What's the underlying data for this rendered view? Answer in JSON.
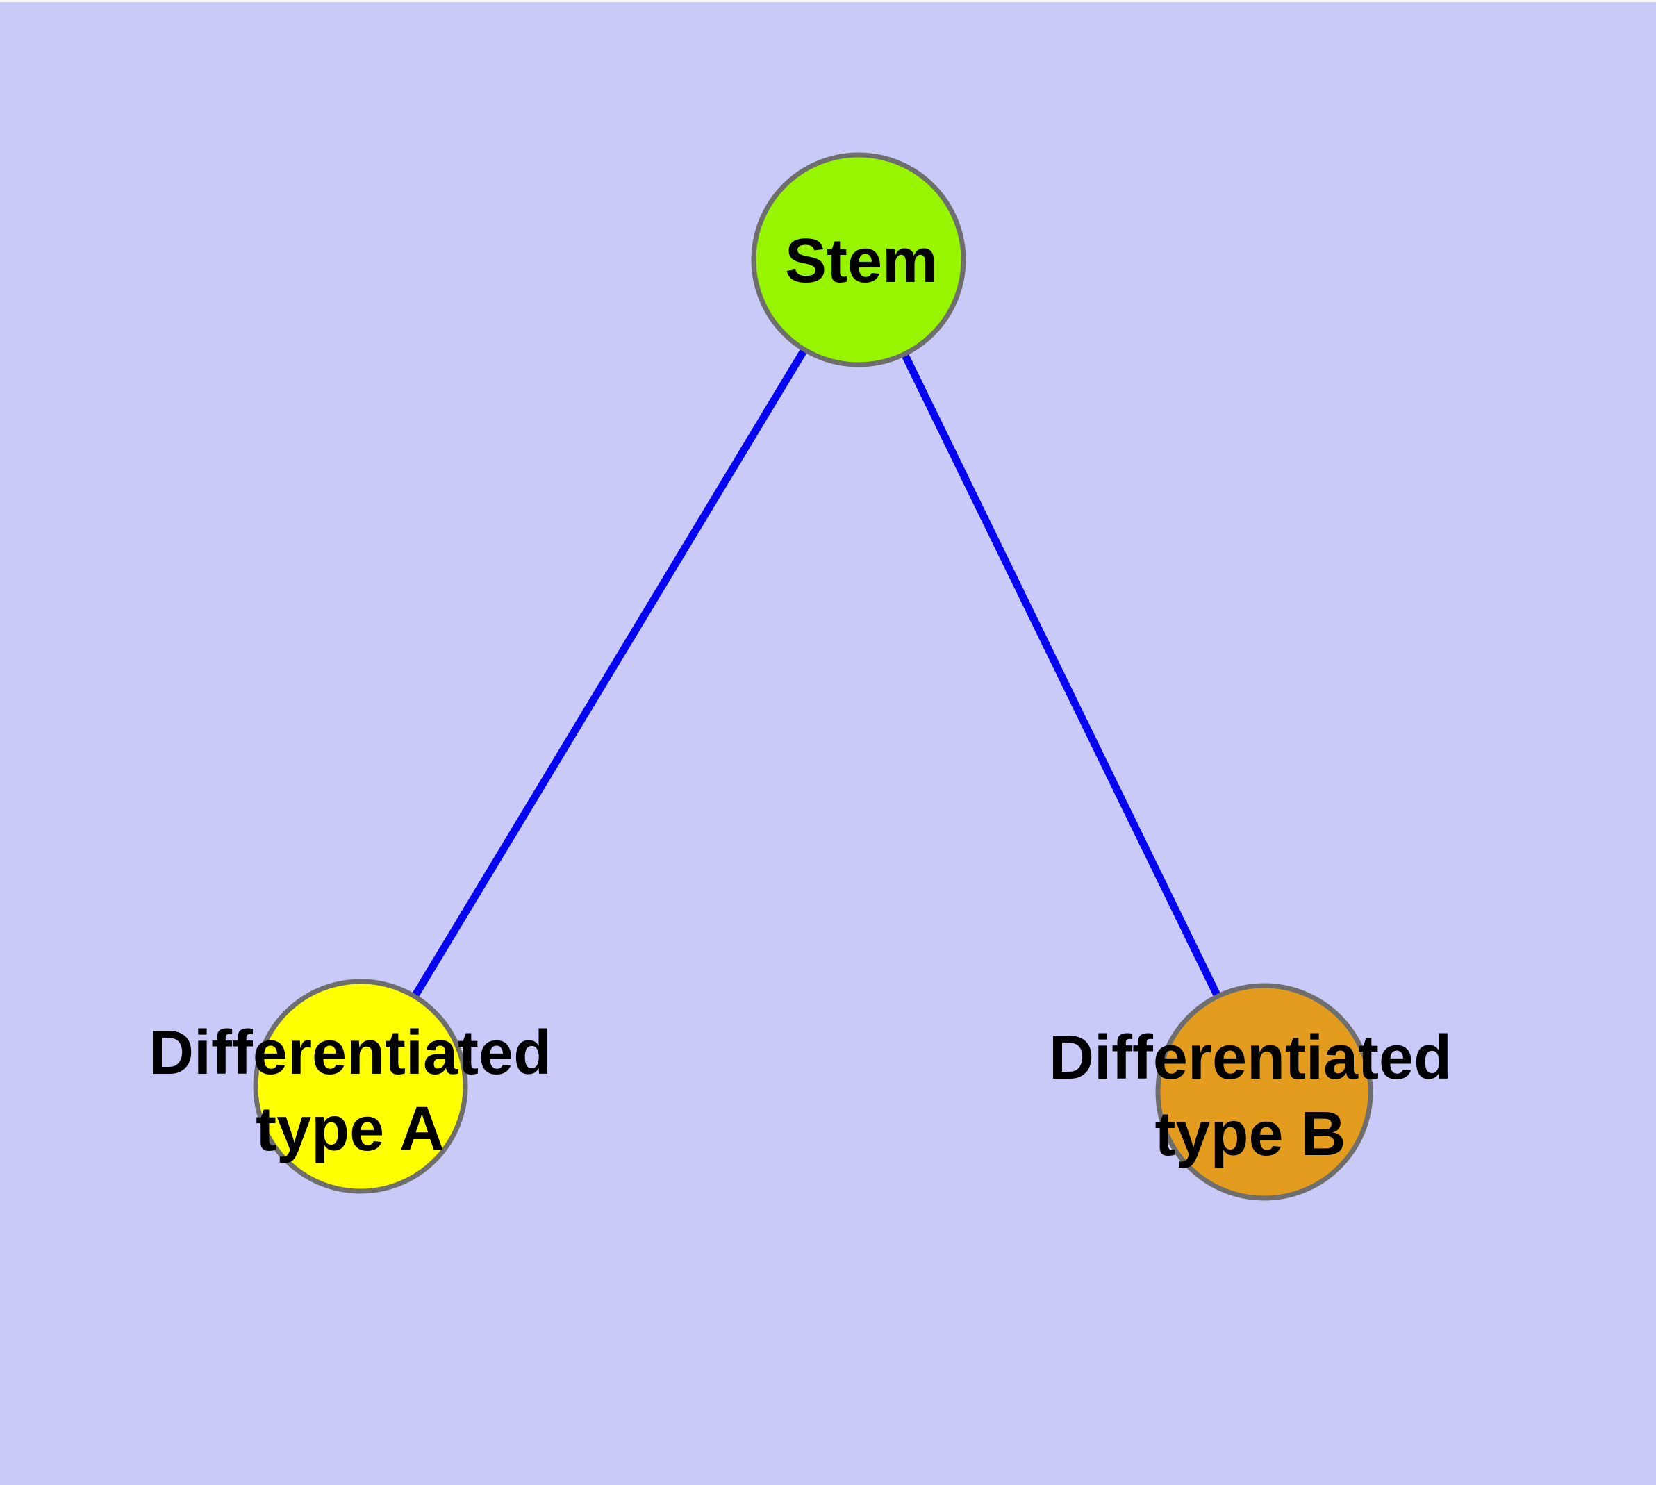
{
  "canvas": {
    "background": "#CACAF8",
    "top_border_color": "#FFFFFF"
  },
  "diagram": {
    "edge_color": "#0505F0",
    "node_border_color": "#6E6E6E",
    "label_color": "#000000",
    "nodes": [
      {
        "id": "stem",
        "label": "Stem",
        "color": "#97F500"
      },
      {
        "id": "differentiated-type-a",
        "label": "Differentiated\ntype A",
        "color": "#FFFF00"
      },
      {
        "id": "differentiated-type-b",
        "label": "Differentiated\ntype B",
        "color": "#E39C1E"
      }
    ],
    "edges": [
      {
        "from": "Stem",
        "to": "Differentiated type A"
      },
      {
        "from": "Stem",
        "to": "Differentiated type B"
      }
    ]
  }
}
